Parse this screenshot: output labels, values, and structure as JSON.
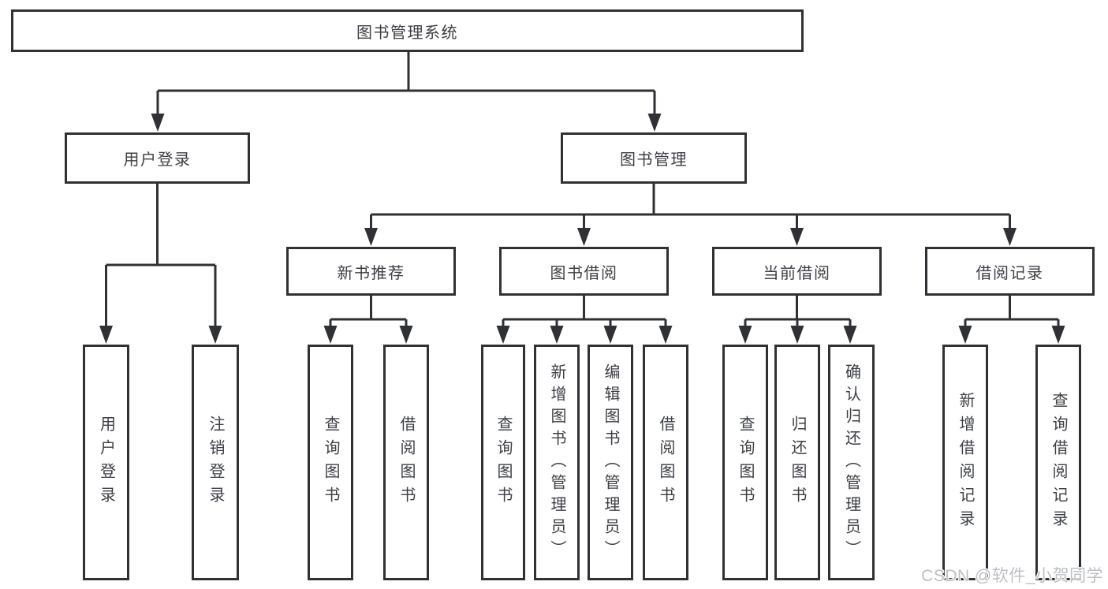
{
  "tree": {
    "root": {
      "label": "图书管理系统"
    },
    "branches": [
      {
        "label": "用户登录",
        "children": [
          {
            "label": "用户登录"
          },
          {
            "label": "注销登录"
          }
        ]
      },
      {
        "label": "图书管理",
        "modules": [
          {
            "label": "新书推荐",
            "children": [
              {
                "label": "查询图书"
              },
              {
                "label": "借阅图书"
              }
            ]
          },
          {
            "label": "图书借阅",
            "children": [
              {
                "label": "查询图书"
              },
              {
                "label": "新增图书（管理员）"
              },
              {
                "label": "编辑图书（管理员）"
              },
              {
                "label": "借阅图书"
              }
            ]
          },
          {
            "label": "当前借阅",
            "children": [
              {
                "label": "查询图书"
              },
              {
                "label": "归还图书"
              },
              {
                "label": "确认归还（管理员）"
              }
            ]
          },
          {
            "label": "借阅记录",
            "children": [
              {
                "label": "新增借阅记录"
              },
              {
                "label": "查询借阅记录"
              }
            ]
          }
        ]
      }
    ]
  },
  "watermark": {
    "text": "CSDN @软件_小贺同学"
  },
  "colors": {
    "line": "#2f3134",
    "text": "#3c3f45",
    "background": "#ffffff",
    "watermark": "#bcc0c5"
  }
}
